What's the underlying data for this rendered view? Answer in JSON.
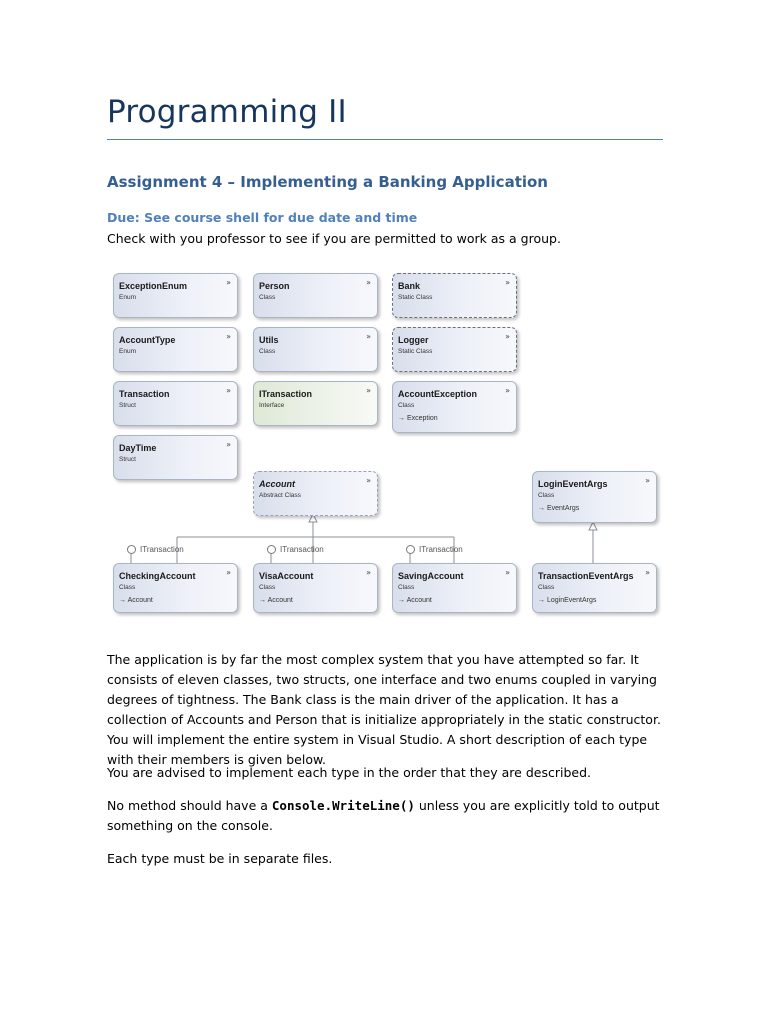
{
  "heading": {
    "title": "Programming II",
    "assignment": "Assignment 4 – Implementing a Banking Application",
    "due": "Due: See course shell for due date and time",
    "group_note": "Check with you professor to see if you are permitted to work as a group."
  },
  "diagram": {
    "chevron": "»",
    "inherit_arrow": "→",
    "classes": [
      {
        "id": "exceptionenum",
        "name": "ExceptionEnum",
        "stereotype": "Enum",
        "base": ""
      },
      {
        "id": "person",
        "name": "Person",
        "stereotype": "Class",
        "base": ""
      },
      {
        "id": "bank",
        "name": "Bank",
        "stereotype": "Static Class",
        "base": ""
      },
      {
        "id": "accounttype",
        "name": "AccountType",
        "stereotype": "Enum",
        "base": ""
      },
      {
        "id": "utils",
        "name": "Utils",
        "stereotype": "Class",
        "base": ""
      },
      {
        "id": "logger",
        "name": "Logger",
        "stereotype": "Static Class",
        "base": ""
      },
      {
        "id": "transaction",
        "name": "Transaction",
        "stereotype": "Struct",
        "base": ""
      },
      {
        "id": "itransaction",
        "name": "ITransaction",
        "stereotype": "Interface",
        "base": ""
      },
      {
        "id": "accountexception",
        "name": "AccountException",
        "stereotype": "Class",
        "base": "Exception"
      },
      {
        "id": "daytime",
        "name": "DayTime",
        "stereotype": "Struct",
        "base": ""
      },
      {
        "id": "account",
        "name": "Account",
        "stereotype": "Abstract Class",
        "base": ""
      },
      {
        "id": "logineventargs",
        "name": "LoginEventArgs",
        "stereotype": "Class",
        "base": "EventArgs"
      },
      {
        "id": "checkingaccount",
        "name": "CheckingAccount",
        "stereotype": "Class",
        "base": "Account"
      },
      {
        "id": "visaaccount",
        "name": "VisaAccount",
        "stereotype": "Class",
        "base": "Account"
      },
      {
        "id": "savingaccount",
        "name": "SavingAccount",
        "stereotype": "Class",
        "base": "Account"
      },
      {
        "id": "transactioneventargs",
        "name": "TransactionEventArgs",
        "stereotype": "Class",
        "base": "LoginEventArgs"
      }
    ],
    "interface_label": "ITransaction"
  },
  "body": {
    "para1": "The application is by far the most complex system that you have attempted so far. It consists of eleven classes, two structs, one interface and two enums coupled in varying degrees of tightness. The Bank class is the main driver of the application. It has a collection of Accounts and Person that is initialize appropriately in the static constructor. You will implement the entire system in Visual Studio. A short description of each type with their members is given below.",
    "para2": "You are advised to implement each type in the order that they are described.",
    "para3_before": "No method should have a ",
    "para3_code": "Console.WriteLine()",
    "para3_after": " unless you are explicitly told to output something on the console.",
    "para4": "Each type must be in separate files."
  }
}
